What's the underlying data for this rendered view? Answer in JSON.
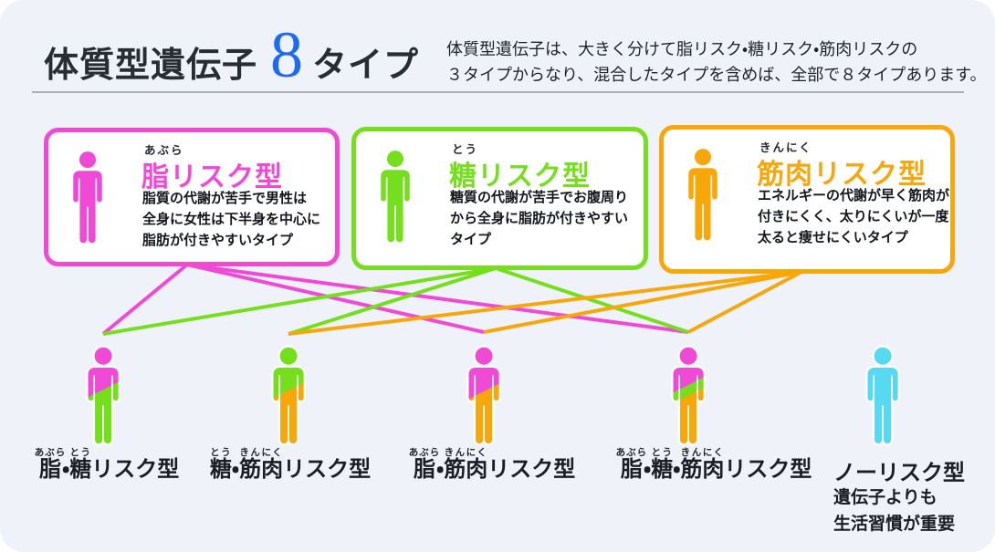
{
  "header": {
    "title_main": "体質型遺伝子",
    "title_number": "8",
    "title_suffix": "タイプ",
    "intro_lines": [
      "体質型遺伝子は、大きく分けて脂リスク・糖リスク・筋肉リスクの",
      "３タイプからなり、混合したタイプを含めば、全部で８タイプあります。"
    ]
  },
  "colors": {
    "fat_pink": "#F049D6",
    "sugar_green": "#76DF1D",
    "muscle_orange": "#F8A70B",
    "no_risk_cyan": "#58D9F2",
    "number_blue": "#1C6BF2",
    "background": "#EFF2F9"
  },
  "risk_boxes": [
    {
      "furigana": "あぶら",
      "title": "脂リスク型",
      "desc_lines": [
        "脂質の代謝が苦手で男性は",
        "全身に女性は下半身を中心に",
        "脂肪が付きやすいタイプ"
      ]
    },
    {
      "furigana": "とう",
      "title": "糖リスク型",
      "desc_lines": [
        "糖質の代謝が苦手でお腹周り",
        "から全身に脂肪が付きやすい",
        "タイプ"
      ]
    },
    {
      "furigana": "きんにく",
      "title": "筋肉リスク型",
      "desc_lines": [
        "エネルギーの代謝が早く筋肉が",
        "付きにくく、太りにくいが一度",
        "太ると痩せにくいタイプ"
      ]
    }
  ],
  "combined_types": [
    {
      "label_parts": [
        {
          "t": "脂",
          "r": "あぶら"
        },
        {
          "t": "・",
          "r": ""
        },
        {
          "t": "糖",
          "r": "とう"
        },
        {
          "t": "リスク型",
          "r": ""
        }
      ]
    },
    {
      "label_parts": [
        {
          "t": "糖",
          "r": "とう"
        },
        {
          "t": "・",
          "r": ""
        },
        {
          "t": "筋肉",
          "r": "きんにく"
        },
        {
          "t": "リスク型",
          "r": ""
        }
      ]
    },
    {
      "label_parts": [
        {
          "t": "脂",
          "r": "あぶら"
        },
        {
          "t": "・",
          "r": ""
        },
        {
          "t": "筋肉",
          "r": "きんにく"
        },
        {
          "t": "リスク型",
          "r": ""
        }
      ]
    },
    {
      "label_parts": [
        {
          "t": "脂",
          "r": "あぶら"
        },
        {
          "t": "・",
          "r": ""
        },
        {
          "t": "糖",
          "r": "とう"
        },
        {
          "t": "・",
          "r": ""
        },
        {
          "t": "筋肉",
          "r": "きんにく"
        },
        {
          "t": "リスク型",
          "r": ""
        }
      ]
    },
    {
      "label_parts": [
        {
          "t": "ノーリスク型",
          "r": ""
        }
      ],
      "note_lines": [
        "遺伝子よりも",
        "生活習慣が重要"
      ]
    }
  ]
}
